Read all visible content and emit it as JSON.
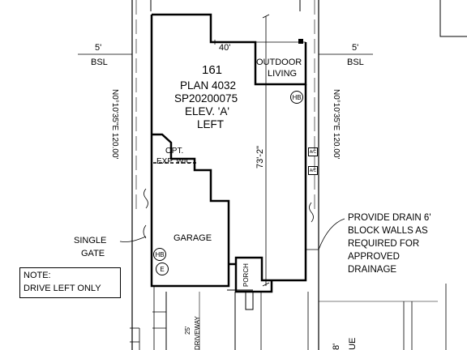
{
  "lot": {
    "number": "161",
    "plan": "PLAN 4032",
    "permit": "SP20200075",
    "elevation": "ELEV. 'A'",
    "orientation": "LEFT"
  },
  "setbacks": {
    "left_value": "5'",
    "left_label": "BSL",
    "right_value": "5'",
    "right_label": "BSL"
  },
  "dimensions": {
    "rear_width": "40'",
    "depth": "73'-2\"",
    "left_bearing": "N0°10'35\"E  120.00'",
    "right_bearing": "N0°10'35\"E  120.00'",
    "driveway_width": "25'",
    "bottom_right": "8'"
  },
  "rooms": {
    "outdoor_living_1": "OUTDOOR",
    "outdoor_living_2": "LIVING",
    "opt_wic_1": "OPT.",
    "opt_wic_2": "EXP. WIC",
    "garage": "GARAGE",
    "porch": "PORCH",
    "driveway": "DRIVEWAY"
  },
  "symbols": {
    "hose_bib": "HB",
    "hose_bib_2": "HB",
    "electric": "E",
    "ac_1": "A/C",
    "ac_2": "A/C"
  },
  "callouts": {
    "gate_1": "SINGLE",
    "gate_2": "GATE",
    "drain_1": "PROVIDE DRAIN 6'",
    "drain_2": "BLOCK WALLS AS",
    "drain_3": "REQUIRED FOR",
    "drain_4": "APPROVED",
    "drain_5": "DRAINAGE"
  },
  "note": {
    "title": "NOTE:",
    "text": "DRIVE LEFT ONLY"
  },
  "street_fragment": "UE"
}
